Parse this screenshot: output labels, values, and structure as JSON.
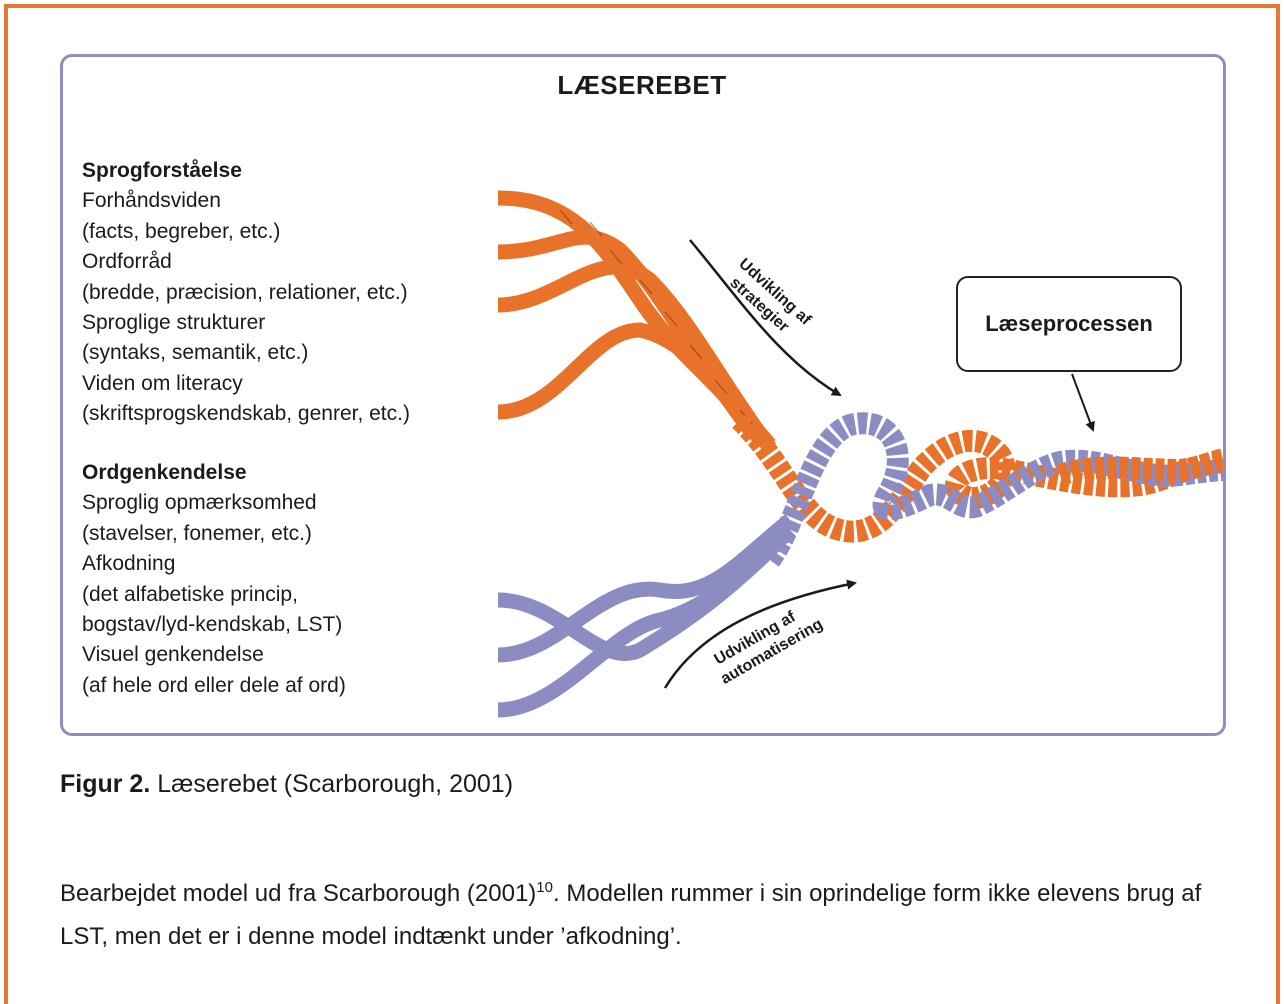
{
  "colors": {
    "frame": "#E87731",
    "box_border": "#8F8FBF",
    "orange_strand": "#E8722A",
    "purple_strand": "#8C8CC2",
    "ink": "#1b1b1b"
  },
  "figure": {
    "title": "LÆSEREBET",
    "language": {
      "heading": "Sprogforståelse",
      "lines": [
        "Forhåndsviden",
        "(facts, begreber, etc.)",
        "Ordforråd",
        "(bredde, præcision, relationer, etc.)",
        "Sproglige strukturer",
        "(syntaks, semantik, etc.)",
        "Viden om literacy",
        "(skriftsprogskendskab, genrer, etc.)"
      ]
    },
    "word_recognition": {
      "heading": "Ordgenkendelse",
      "lines": [
        "Sproglig opmærksomhed",
        "(stavelser, fonemer, etc.)",
        "Afkodning",
        "(det alfabetiske princip,",
        "bogstav/lyd-kendskab, LST)",
        "Visuel genkendelse",
        "(af hele ord eller dele af ord)"
      ]
    },
    "arrow_strategies": [
      "Udvikling af",
      "strategier"
    ],
    "arrow_automation": [
      "Udvikling af",
      "automatisering"
    ],
    "process_label": "Læseprocessen"
  },
  "caption": {
    "label": "Figur 2.",
    "text": " Læserebet (Scarborough, 2001)"
  },
  "note": {
    "before_sup": "Bearbejdet model ud fra Scarborough (2001)",
    "sup": "10",
    "after_sup": ". Modellen rummer i sin oprindelige form ikke elevens brug af LST, men det er i denne model indtænkt under ’afkodning’."
  }
}
